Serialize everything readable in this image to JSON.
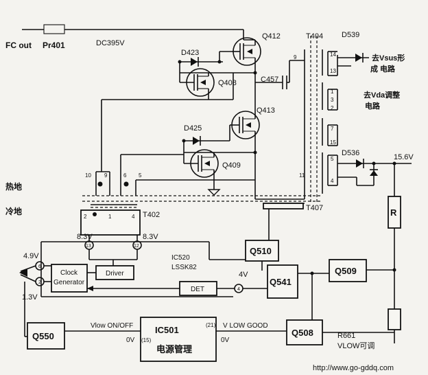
{
  "labels": {
    "fc_out": "FC out",
    "pr401": "Pr401",
    "dc395v": "DC395V",
    "q412": "Q412",
    "t404": "T404",
    "d539": "D539",
    "d423": "D423",
    "q408": "Q408",
    "c457": "C457",
    "q413": "Q413",
    "d425": "D425",
    "q409": "Q409",
    "d536": "D536",
    "v156": "15.6V",
    "hot_ground": "热地",
    "cold_ground": "冷地",
    "t402": "T402",
    "t407": "T407",
    "r": "R",
    "v83a": "8.3V",
    "v83b": "8.3V",
    "v49": "4.9V",
    "v13": "1.3V",
    "v4": "4V",
    "ic520": "IC520",
    "lssk82": "LSSK82",
    "clock1": "Clock",
    "clock2": "Generator",
    "driver": "Driver",
    "det": "DET",
    "q510": "Q510",
    "q541": "Q541",
    "q509": "Q509",
    "q550": "Q550",
    "ic501": "IC501",
    "ic501_sub": "电源管理",
    "vlow_onoff": "Vlow ON/OFF",
    "v_low_good": "V LOW GOOD",
    "zero_v_a": "0V",
    "zero_v_b": "0V",
    "q508": "Q508",
    "r661": "R661",
    "vlow_adj": "VLOW可调",
    "url": "http://www.go-gddq.com",
    "vsus_a": "去Vsus形",
    "vsus_b": "成 电路",
    "vda_a": "去Vda调整",
    "vda_b": "电路"
  },
  "pins": {
    "p14": "14",
    "p13": "13",
    "p1": "1",
    "p3": "3",
    "p2": "2",
    "p7": "7",
    "p15": "15",
    "p5": "5",
    "p4": "4",
    "p9r": "9",
    "p11": "11",
    "p10": "10",
    "p9l": "9",
    "p6": "6",
    "p5l": "5",
    "t402_2": "2",
    "t402_1": "1",
    "t402_4": "4",
    "ic13": "13",
    "ic12": "12",
    "ic6": "6",
    "ic2": "2",
    "ic4": "4",
    "pin21": "(21)",
    "pin15": "(15)"
  },
  "colors": {
    "ink": "#111111",
    "paper": "#f4f3ef"
  }
}
